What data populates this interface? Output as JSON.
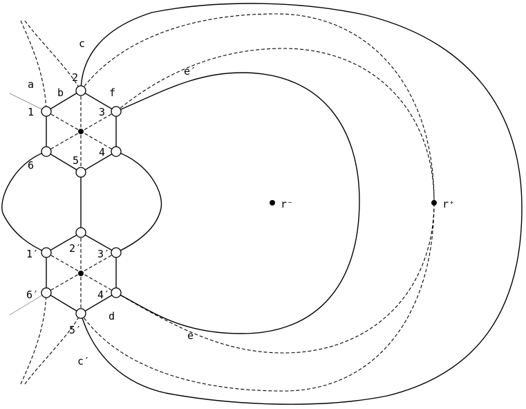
{
  "vertex_labels": {
    "v1": "1",
    "v2": "2",
    "v3": "3",
    "v4": "4",
    "v5": "5",
    "v6": "6",
    "v1p": "1′",
    "v2p": "2′",
    "v3p": "3′",
    "v4p": "4′",
    "v5p": "5′",
    "v6p": "6′"
  },
  "edge_labels": {
    "a": "a",
    "b": "b",
    "c": "c",
    "f": "f",
    "e_prime": "e′",
    "d": "d",
    "e": "e",
    "c_prime": "c′"
  },
  "point_labels": {
    "r_minus": "r⁻",
    "r_plus": "r⁺"
  }
}
